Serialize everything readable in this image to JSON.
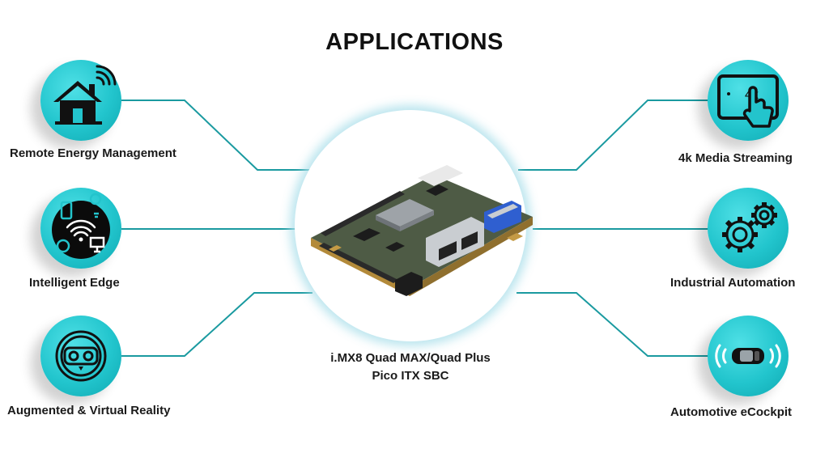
{
  "title": "APPLICATIONS",
  "product": {
    "line1": "i.MX8 Quad MAX/Quad Plus",
    "line2": "Pico ITX SBC"
  },
  "applications_left": [
    {
      "label": "Remote Energy Management",
      "icon": "smart-home-icon"
    },
    {
      "label": "Intelligent Edge",
      "icon": "iot-devices-icon"
    },
    {
      "label": "Augmented & Virtual Reality",
      "icon": "vr-headset-icon"
    }
  ],
  "applications_right": [
    {
      "label": "4k Media Streaming",
      "icon": "4k-touch-screen-icon",
      "icon_text": "4k"
    },
    {
      "label": "Industrial Automation",
      "icon": "gears-icon"
    },
    {
      "label": "Automotive eCockpit",
      "icon": "car-sensor-icon"
    }
  ],
  "colors": {
    "accent": "#1aa9b0",
    "connector": "#1a9aa0",
    "text": "#1a1a1a"
  }
}
